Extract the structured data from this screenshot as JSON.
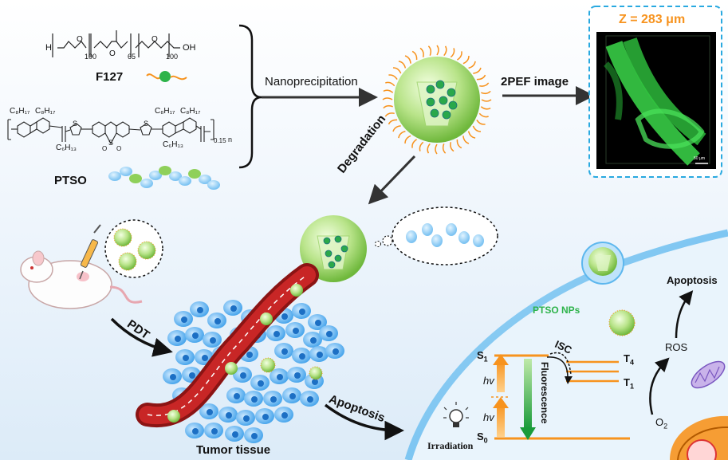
{
  "labels": {
    "f127": "F127",
    "ptso": "PTSO",
    "nanoprecipitation": "Nanoprecipitation",
    "pef_image": "2PEF image",
    "z_value": "Z = 283 μm",
    "scale_bar": "50 μm",
    "degradation": "Degradation",
    "pdt": "PDT",
    "tumor_tissue": "Tumor tissue",
    "apoptosis_arrow": "Apoptosis",
    "ptso_nps": "PTSO NPs",
    "isc": "ISC",
    "fluorescence": "Fluorescence",
    "hv_top": "hv",
    "hv_bottom": "hv",
    "s1": "S",
    "s1_sub": "1",
    "s0": "S",
    "s0_sub": "0",
    "t4": "T",
    "t4_sub": "4",
    "t1": "T",
    "t1_sub": "1",
    "irradiation": "Irradiation",
    "ros": "ROS",
    "apoptosis_right": "Apoptosis",
    "o2": "O",
    "o2_sub": "2"
  },
  "f127_formula": {
    "h": "H",
    "o": "O",
    "oh": "OH",
    "n100a": "100",
    "n65": "65",
    "n100b": "100"
  },
  "ptso_formula": {
    "c8h17_1": "C₈H₁₇",
    "c8h17_2": "C₈H₁₇",
    "c8h17_3": "C₈H₁₇",
    "c8h17_4": "C₈H₁₇",
    "c6h13_1": "C₆H₁₃",
    "c6h13_2": "C₆H₁₃",
    "s_1": "S",
    "s_2": "S",
    "s_center": "S",
    "o_1": "O",
    "o_2": "O",
    "ratio": "0.15",
    "n": "n"
  },
  "colors": {
    "accent_orange": "#f7931e",
    "np_green": "#8fd05a",
    "cell_blue": "#3aa0e6",
    "vessel_red": "#b81d1d",
    "box_dash": "#29a9e0",
    "fluor_green": "#2ea84a",
    "ptso_nps_green": "#2db34a"
  }
}
